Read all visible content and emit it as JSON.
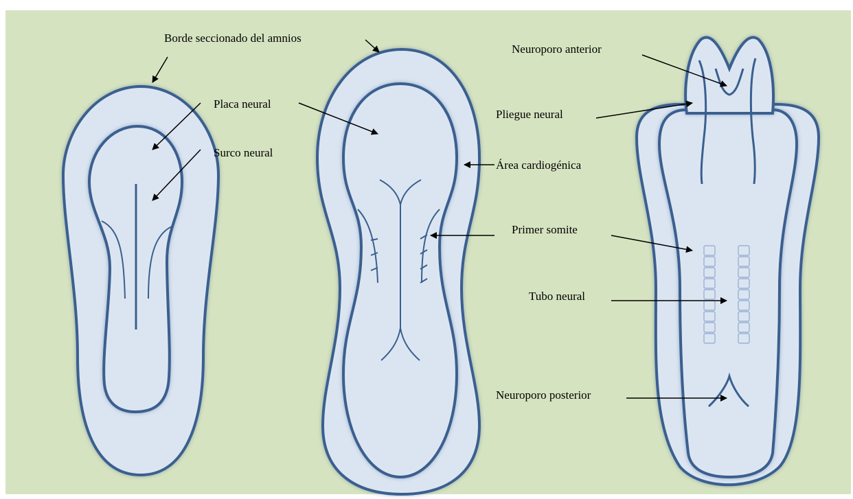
{
  "colors": {
    "background": "#d6e3c0",
    "embryo_fill": "#dbe5f1",
    "outline": "#3a5f8f",
    "arrow": "#000000"
  },
  "labels": {
    "amnion_edge": "Borde seccionado del amnios",
    "neural_plate": "Placa neural",
    "neural_groove": "Surco neural",
    "cardiogenic_area": "Área cardiogénica",
    "first_somite": "Primer somite",
    "anterior_neuropore": "Neuroporo anterior",
    "neural_fold": "Pliegue neural",
    "neural_tube": "Tubo neural",
    "posterior_neuropore": "Neuroporo posterior"
  }
}
